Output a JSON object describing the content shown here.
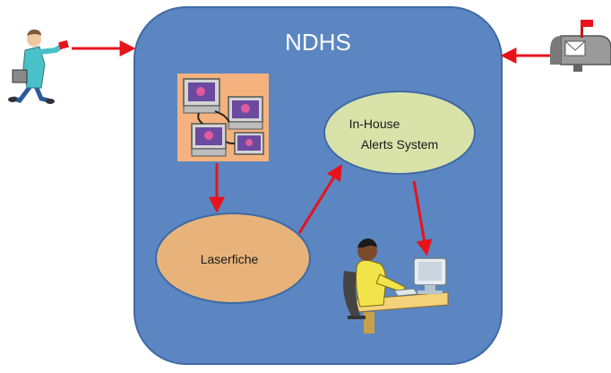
{
  "diagram": {
    "container_label": "NDHS",
    "nodes": {
      "laserfiche": {
        "label": "Laserfiche"
      },
      "alerts": {
        "line1": "In-House",
        "line2": "Alerts System"
      }
    },
    "icons": {
      "courier": "running-courier-icon",
      "mailbox": "mailbox-icon",
      "computers": "computer-network-icon",
      "worker": "person-at-computer-icon"
    },
    "colors": {
      "container_fill": "#5b86c1",
      "container_stroke": "#3f6aa6",
      "laserfiche_fill": "#e8b37b",
      "alerts_fill": "#d9e2a9",
      "arrow": "#e8121b"
    }
  }
}
